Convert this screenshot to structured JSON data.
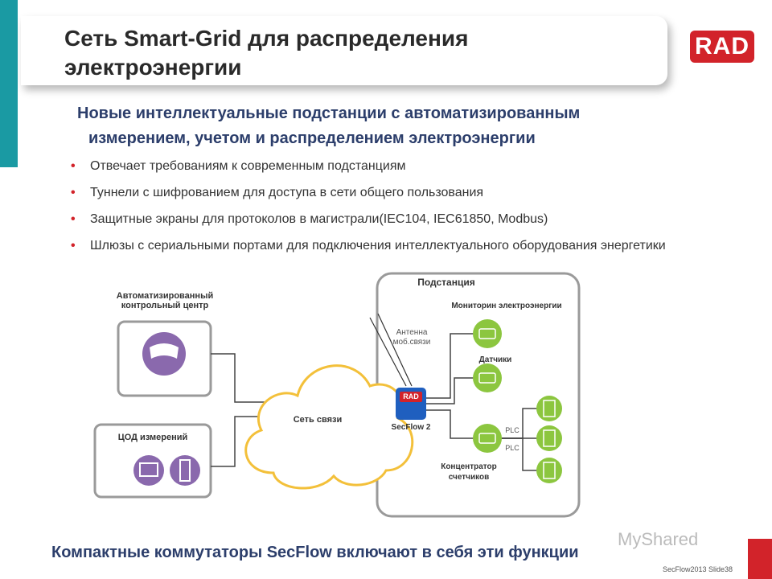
{
  "title": "Сеть Smart-Grid для распределения электроэнергии",
  "logo": "RAD",
  "subtitle": {
    "line1": "Новые интеллектуальные подстанции с автоматизированным",
    "line2": "измерением, учетом и распределением электроэнергии"
  },
  "bullets": [
    "Отвечает требованиям  к современным  подстанциям",
    "Туннели с шифрованием  для доступа в сети общего пользования",
    "Защитные экраны для протоколов в магистрали(IEC104,  IEC61850, Modbus)",
    "Шлюзы с сериальными портами для подключения  интеллектуального оборудования энергетики"
  ],
  "diagram": {
    "control_center": "Автоматизированный контрольный центр",
    "data_center": "ЦОД измерений",
    "network": "Сеть связи",
    "substation": "Подстанция",
    "monitoring": "Мониторин  электроэнергии",
    "antenna": "Антенна моб.связи",
    "sensors": "Датчики",
    "secflow": "SecFlow 2",
    "secflow_logo": "RAD",
    "plc1": "PLC",
    "plc2": "PLC",
    "concentrator": "Концентратор счетчиков"
  },
  "footer": "Компактные коммутаторы SecFlow включают в себя эти функции",
  "watermark": "MyShared",
  "slide_number": "SecFlow2013 Slide38",
  "colors": {
    "accent_teal": "#1a9aa3",
    "brand_red": "#d2232a",
    "purple": "#8a69ad",
    "green": "#8cc63f",
    "heading_blue": "#2c3e6b"
  }
}
